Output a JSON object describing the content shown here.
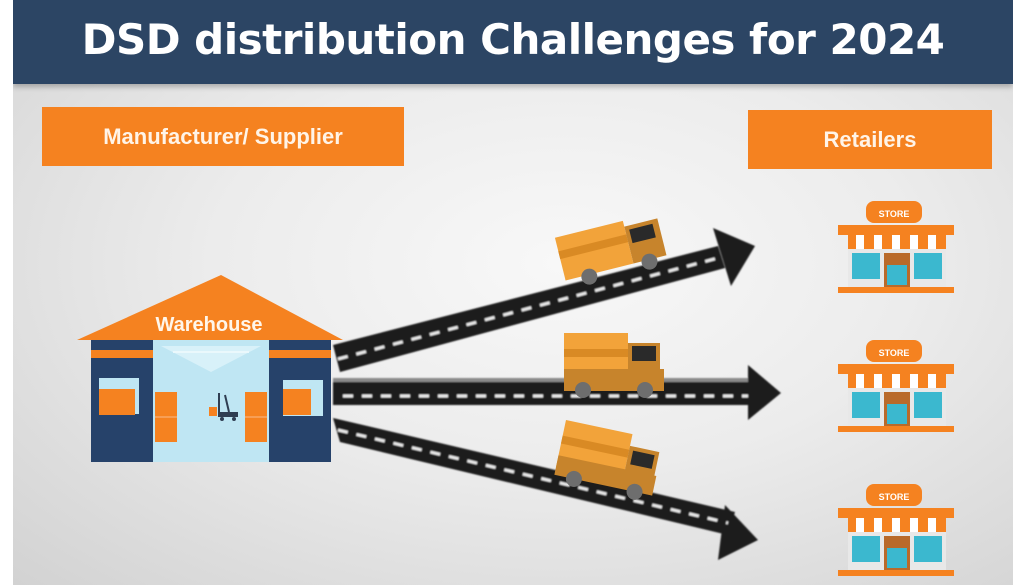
{
  "header": {
    "title": "DSD distribution Challenges for 2024"
  },
  "labels": {
    "manufacturer": "Manufacturer/ Supplier",
    "retailers": "Retailers",
    "warehouse": "Warehouse"
  },
  "stores": [
    {
      "sign": "STORE"
    },
    {
      "sign": "STORE"
    },
    {
      "sign": "STORE"
    }
  ],
  "trucks_count": 3,
  "routes_count": 3,
  "colors": {
    "header_bg": "#2c4564",
    "accent_orange": "#f58220",
    "warehouse_navy": "#26426a",
    "warehouse_glass": "#bfe6f3",
    "road": "#1a1a1a",
    "truck_body": "#f2a33a",
    "truck_cab": "#c7842c",
    "store_window": "#3bb8cf"
  }
}
